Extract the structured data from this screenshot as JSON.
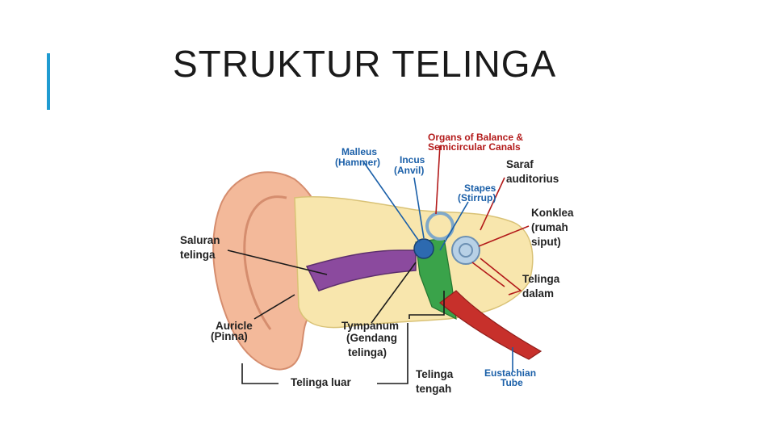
{
  "slide": {
    "title": "STRUKTUR TELINGA"
  },
  "colors": {
    "accent": "#1f9bd1",
    "label_blue": "#1a5fa8",
    "label_red": "#b31a1a"
  },
  "diagram": {
    "labels": {
      "malleus": [
        "Malleus",
        "(Hammer)"
      ],
      "incus": [
        "Incus",
        "(Anvil)"
      ],
      "organs_balance": [
        "Organs of Balance &",
        "Semicircular Canals"
      ],
      "saraf": [
        "Saraf",
        "auditorius"
      ],
      "stapes": [
        "Stapes",
        "(Stirrup)"
      ],
      "konklea": [
        "Konklea",
        "(rumah",
        "siput)"
      ],
      "saluran": [
        "Saluran",
        "telinga"
      ],
      "telinga_dalam": [
        "Telinga",
        "dalam"
      ],
      "auricle": [
        "Auricle",
        "(Pinna)"
      ],
      "tympanum": [
        "Tympanum",
        "(Gendang",
        "telinga)"
      ],
      "telinga_luar": [
        "Telinga luar"
      ],
      "telinga_tengah": [
        "Telinga",
        "tengah"
      ],
      "eustachian": [
        "Eustachian",
        "Tube"
      ]
    }
  }
}
